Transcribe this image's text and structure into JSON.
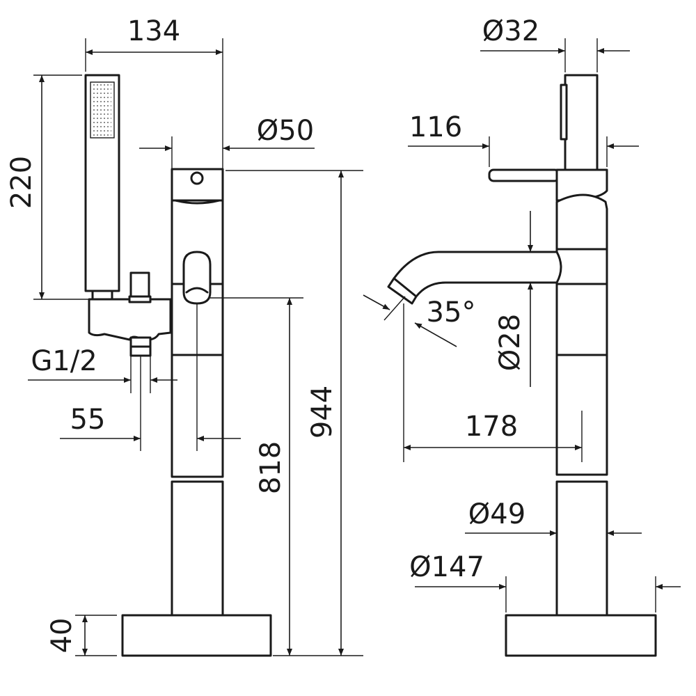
{
  "dimensions": {
    "width_handshower_to_body": "134",
    "handshower_length": "220",
    "body_diameter": "Ø50",
    "inlet_thread": "G1/2",
    "inlet_offset": "55",
    "spout_height": "818",
    "total_height": "944",
    "base_height": "40",
    "handshower_diameter": "Ø32",
    "lever_length": "116",
    "spout_angle": "35°",
    "spout_diameter": "Ø28",
    "spout_reach": "178",
    "column_diameter": "Ø49",
    "base_diameter": "Ø147"
  }
}
